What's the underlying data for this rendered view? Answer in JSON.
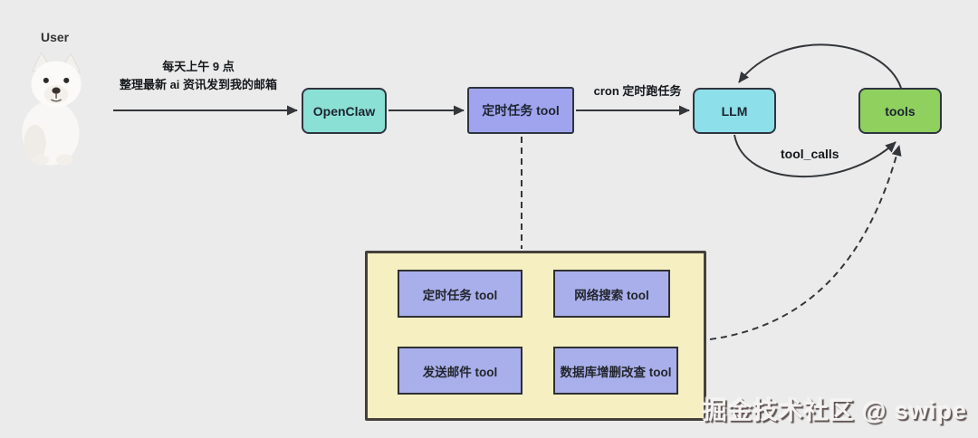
{
  "diagram": {
    "background_color": "#EBEBEB",
    "user_label": "User",
    "request": {
      "line1": "每天上午 9 点",
      "line2": "整理最新 ai 资讯发到我的邮箱"
    },
    "nodes": {
      "openclaw": {
        "label": "OpenClaw",
        "color": "#8BE0D5"
      },
      "scheduler_tool": {
        "label": "定时任务 tool",
        "color": "#A0A4EE"
      },
      "llm": {
        "label": "LLM",
        "color": "#8DDFE9"
      },
      "tools": {
        "label": "tools",
        "color": "#8FD05E"
      }
    },
    "edges": {
      "cron_label": "cron 定时跑任务",
      "tool_calls_label": "tool_calls"
    },
    "toolbox": {
      "container_color": "#F5EFC2",
      "item_color": "#A9AFEA",
      "items": [
        {
          "label": "定时任务 tool"
        },
        {
          "label": "网络搜索 tool"
        },
        {
          "label": "发送邮件 tool"
        },
        {
          "label": "数据库增删改查 tool"
        }
      ]
    },
    "watermark": "掘金技术社区 @ swipe"
  }
}
